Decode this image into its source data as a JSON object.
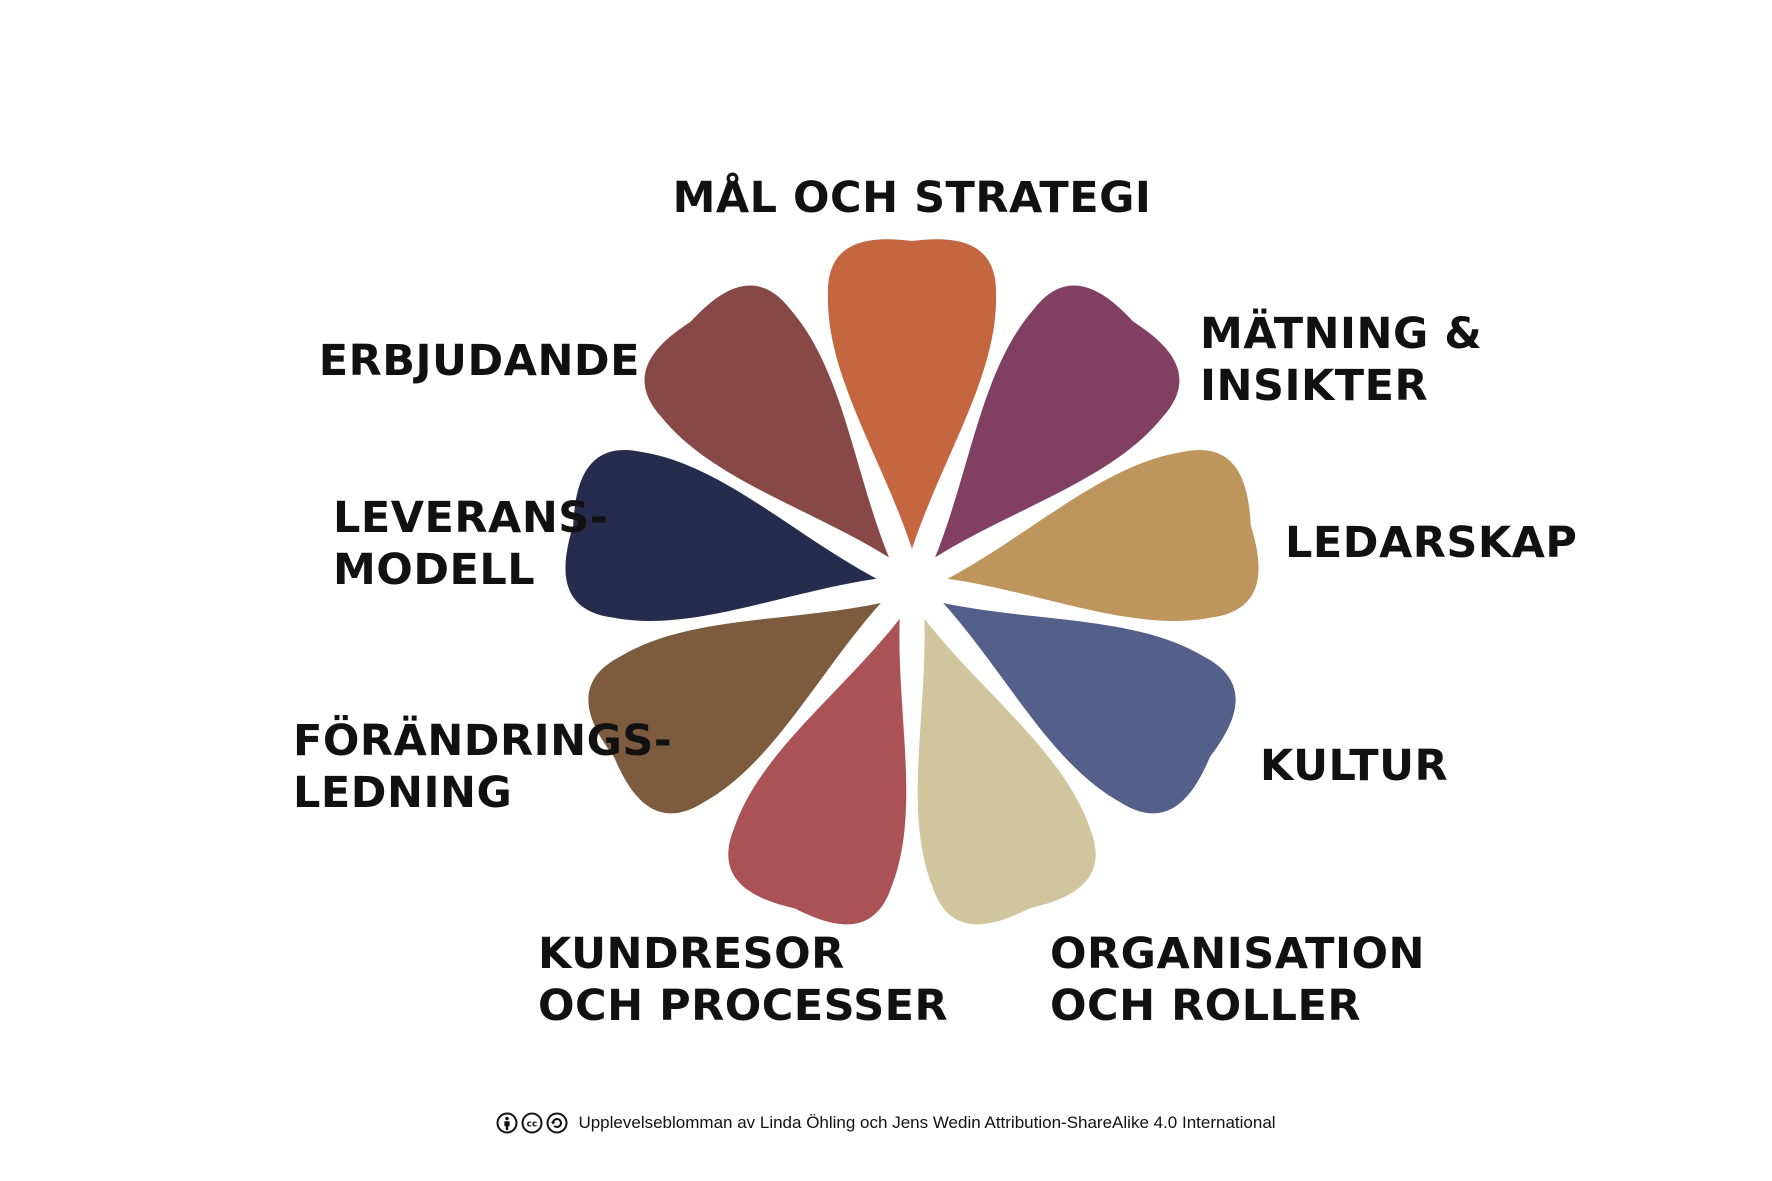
{
  "diagram": {
    "petals": [
      {
        "id": "mal",
        "lines": [
          "MÅL OCH STRATEGI"
        ],
        "color": "#C46741"
      },
      {
        "id": "matning",
        "lines": [
          "MÄTNING &",
          "INSIKTER"
        ],
        "color": "#803F63"
      },
      {
        "id": "ledarskap",
        "lines": [
          "LEDARSKAP"
        ],
        "color": "#BE955D"
      },
      {
        "id": "kultur",
        "lines": [
          "KULTUR"
        ],
        "color": "#54608A"
      },
      {
        "id": "organisation",
        "lines": [
          "ORGANISATION",
          "OCH ROLLER"
        ],
        "color": "#D0C59D"
      },
      {
        "id": "kundresor",
        "lines": [
          "KUNDRESOR",
          "OCH PROCESSER"
        ],
        "color": "#AB5257"
      },
      {
        "id": "forandring",
        "lines": [
          "FÖRÄNDRINGS-",
          "LEDNING"
        ],
        "color": "#7C5B3E"
      },
      {
        "id": "leverans",
        "lines": [
          "LEVERANS-",
          "MODELL"
        ],
        "color": "#262C4D"
      },
      {
        "id": "erbjudande",
        "lines": [
          "ERBJUDANDE"
        ],
        "color": "#894848"
      }
    ]
  },
  "footer": {
    "credit": "Upplevelseblomman av Linda Öhling och Jens Wedin Attribution-ShareAlike 4.0 International",
    "icons": [
      "cc-by-icon",
      "cc-icon",
      "cc-sa-icon"
    ]
  }
}
